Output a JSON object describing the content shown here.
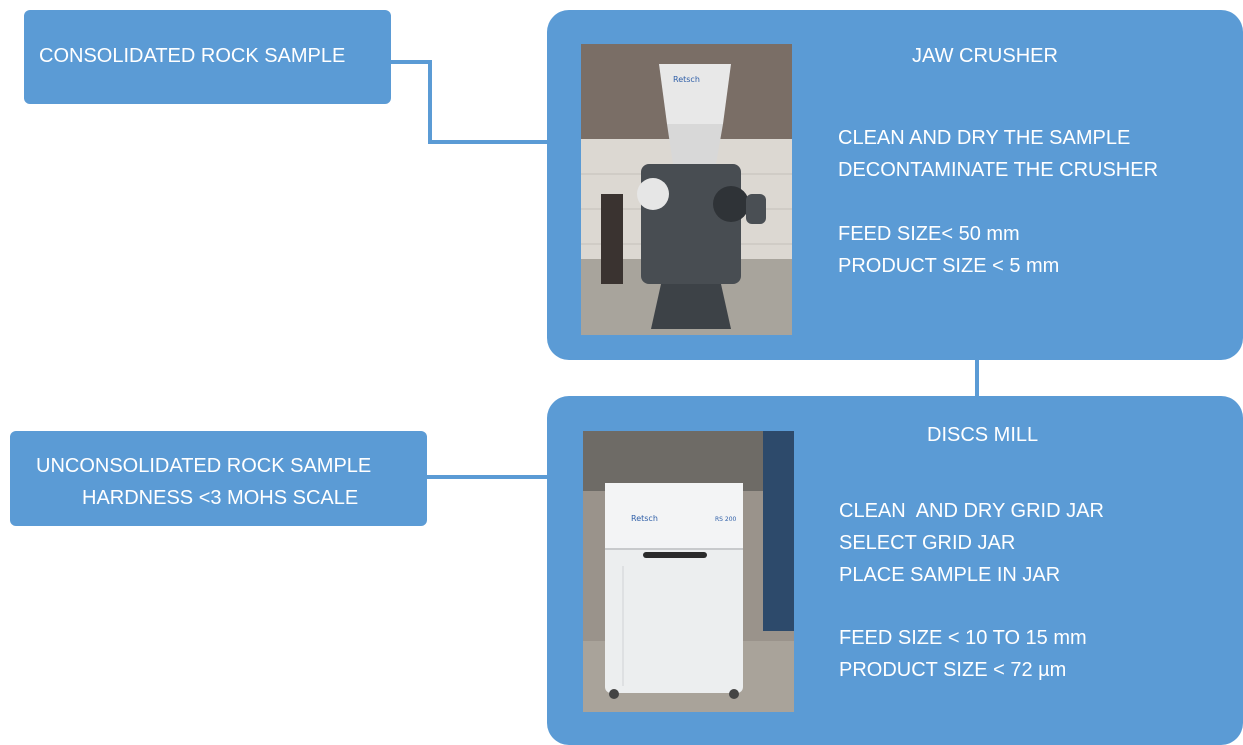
{
  "colors": {
    "box_fill": "#5b9bd5",
    "connector": "#5b9bd5",
    "text": "#ffffff"
  },
  "left_boxes": {
    "consolidated": {
      "label": "CONSOLIDATED ROCK SAMPLE"
    },
    "unconsolidated": {
      "line1": "UNCONSOLIDATED ROCK SAMPLE",
      "line2": "HARDNESS <3 MOHS SCALE"
    }
  },
  "jaw_crusher": {
    "title": "JAW CRUSHER",
    "step1": "CLEAN AND DRY THE SAMPLE",
    "step2": "DECONTAMINATE THE CRUSHER",
    "feed": "FEED SIZE< 50 mm",
    "product": "PRODUCT SIZE < 5 mm",
    "photo_brand": "Retsch"
  },
  "discs_mill": {
    "title": "DISCS MILL",
    "step1": "CLEAN  AND DRY GRID JAR",
    "step2": "SELECT GRID JAR",
    "step3": "PLACE SAMPLE IN JAR",
    "feed": "FEED SIZE < 10 TO 15 mm",
    "product": "PRODUCT SIZE < 72 µm",
    "photo_brand": "Retsch",
    "photo_model": "RS 200"
  }
}
